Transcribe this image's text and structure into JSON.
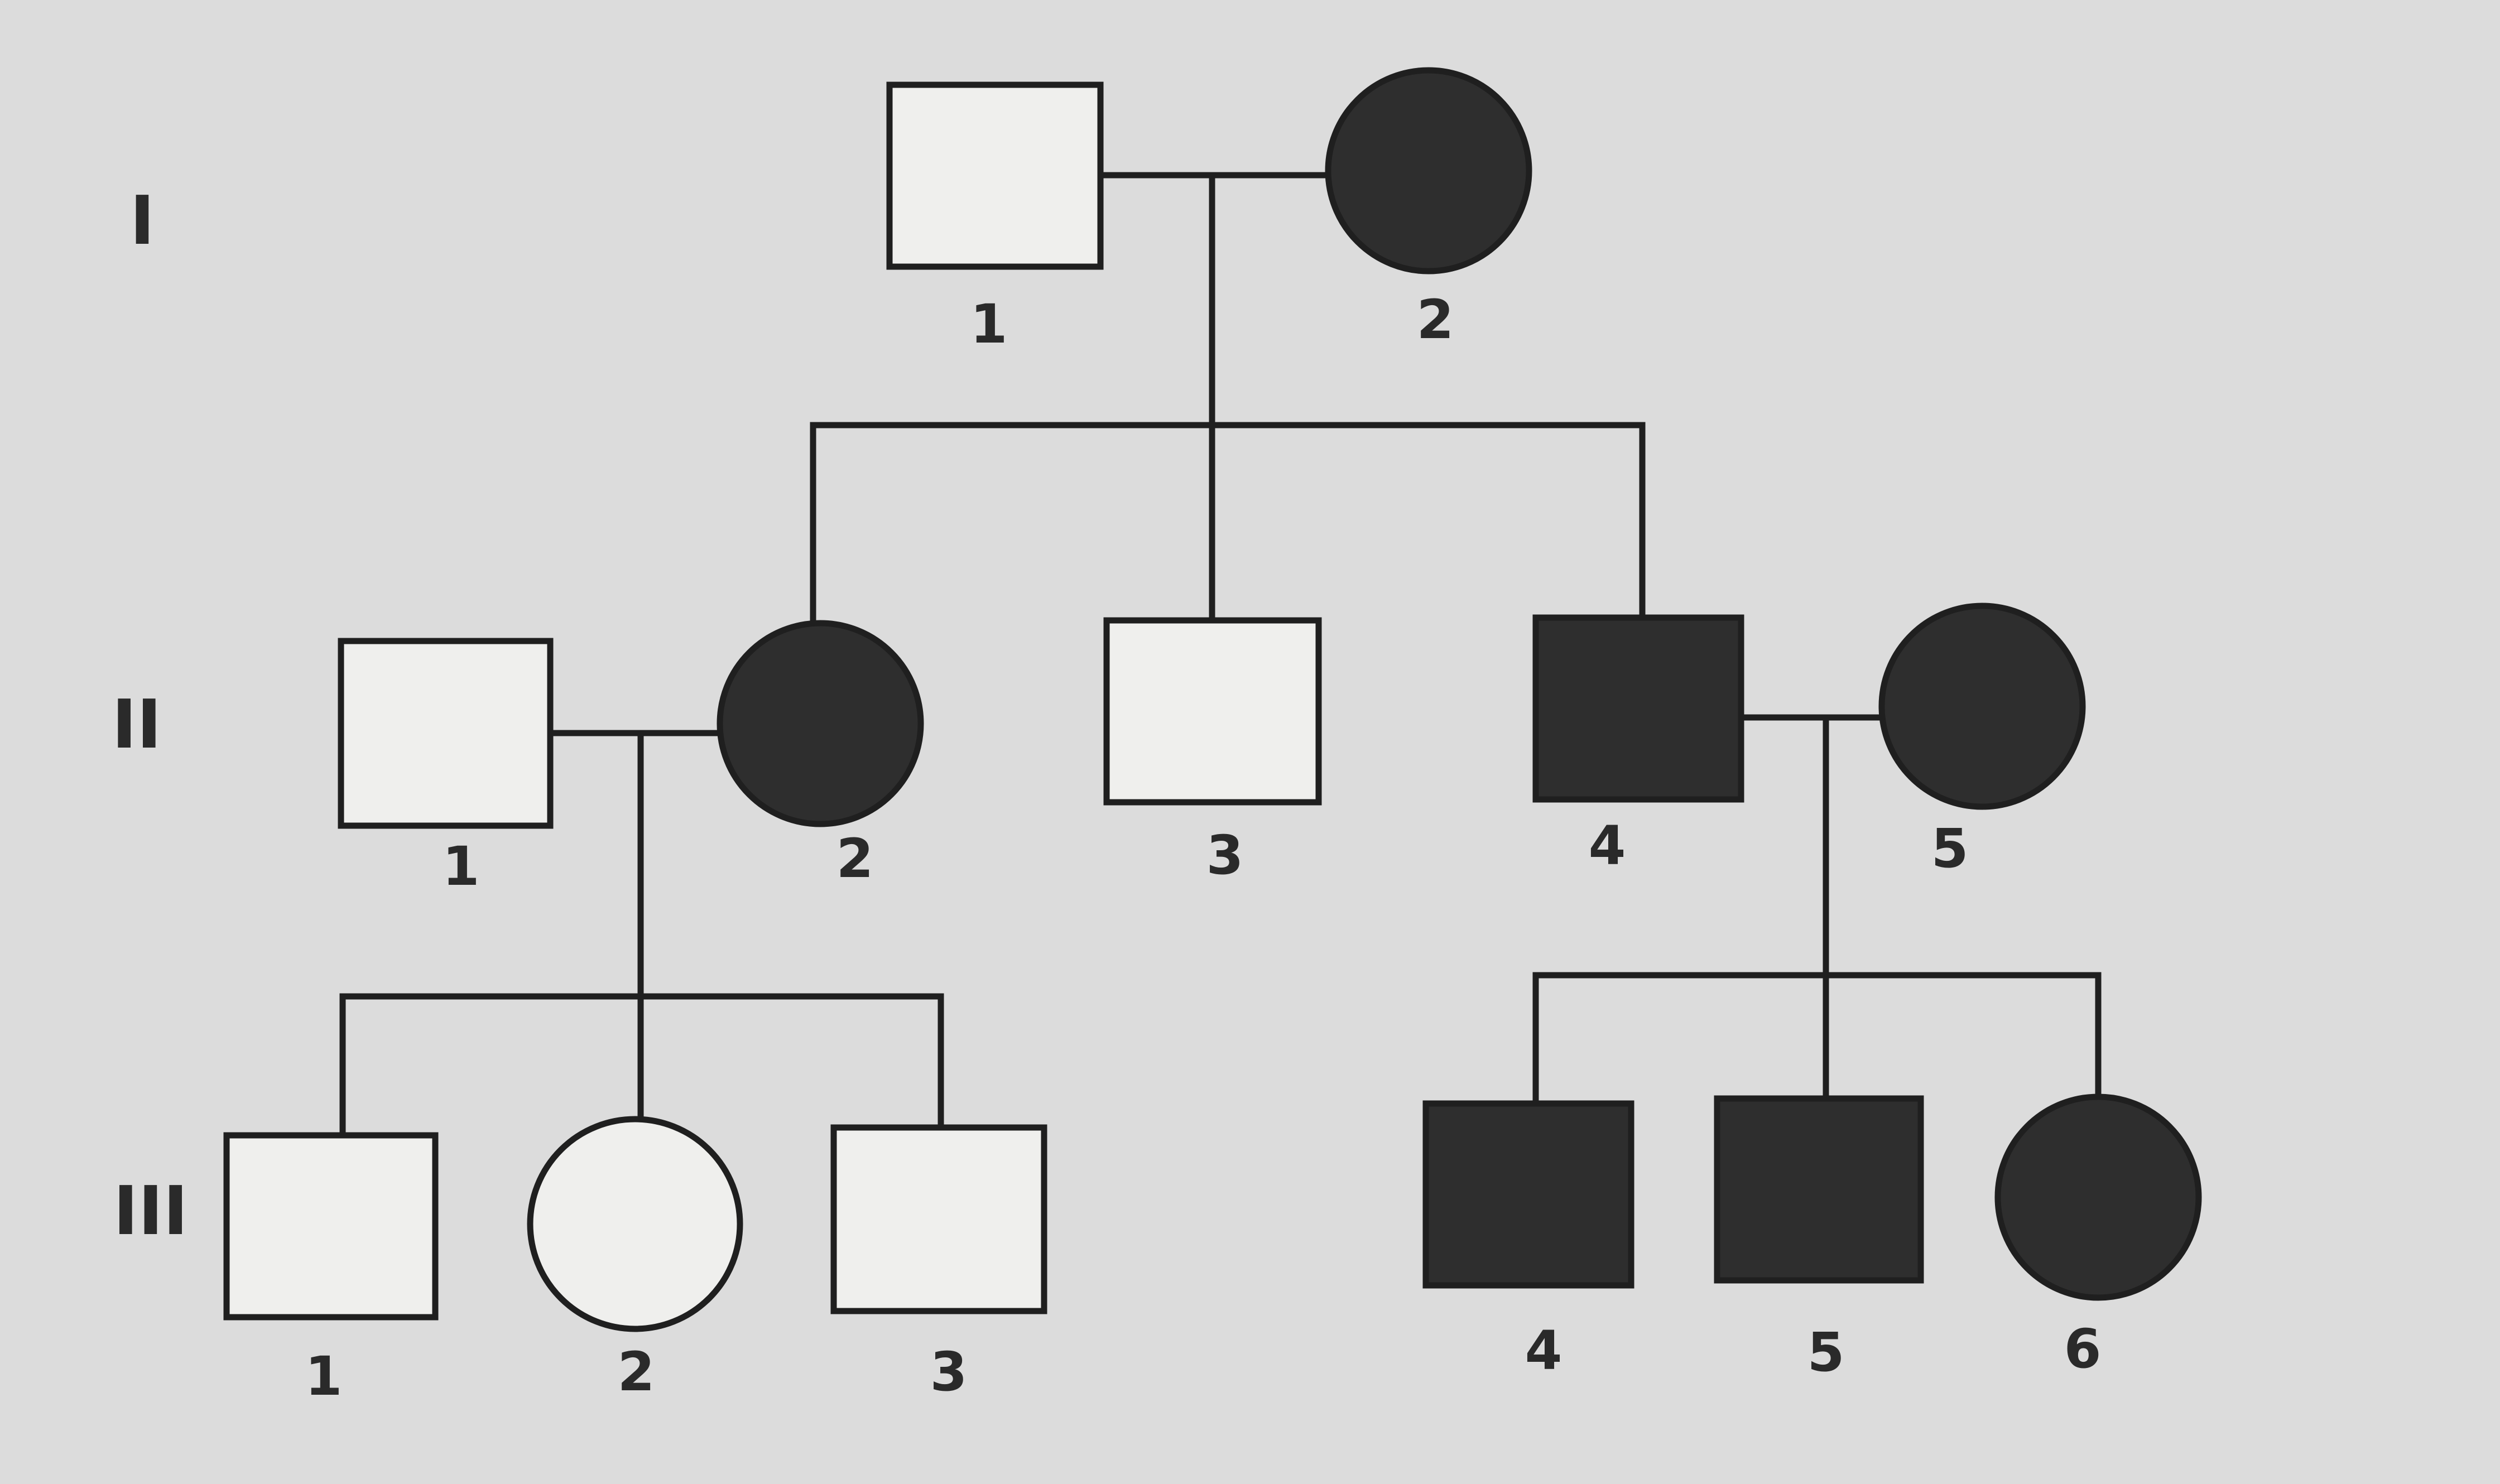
{
  "generations": {
    "gen1": "I",
    "gen2": "II",
    "gen3": "III"
  },
  "colors": {
    "background": "#dcdcdc",
    "affected": "#2e2e2e",
    "unaffected": "#efefed",
    "line": "#1f1f1f"
  },
  "individuals": {
    "g1_1": {
      "sex": "male",
      "affected": false,
      "label": "1"
    },
    "g1_2": {
      "sex": "female",
      "affected": true,
      "label": "2"
    },
    "g2_1": {
      "sex": "male",
      "affected": false,
      "label": "1"
    },
    "g2_2": {
      "sex": "female",
      "affected": true,
      "label": "2"
    },
    "g2_3": {
      "sex": "male",
      "affected": false,
      "label": "3"
    },
    "g2_4": {
      "sex": "male",
      "affected": true,
      "label": "4"
    },
    "g2_5": {
      "sex": "female",
      "affected": true,
      "label": "5"
    },
    "g3_1": {
      "sex": "male",
      "affected": false,
      "label": "1"
    },
    "g3_2": {
      "sex": "female",
      "affected": false,
      "label": "2"
    },
    "g3_3": {
      "sex": "male",
      "affected": false,
      "label": "3"
    },
    "g3_4": {
      "sex": "male",
      "affected": true,
      "label": "4"
    },
    "g3_5": {
      "sex": "male",
      "affected": true,
      "label": "5"
    },
    "g3_6": {
      "sex": "female",
      "affected": true,
      "label": "6"
    }
  },
  "matings": [
    {
      "partners": [
        "g1_1",
        "g1_2"
      ],
      "children": [
        "g2_2",
        "g2_3",
        "g2_4"
      ]
    },
    {
      "partners": [
        "g2_1",
        "g2_2"
      ],
      "children": [
        "g3_1",
        "g3_2",
        "g3_3"
      ]
    },
    {
      "partners": [
        "g2_4",
        "g2_5"
      ],
      "children": [
        "g3_4",
        "g3_5",
        "g3_6"
      ]
    }
  ]
}
